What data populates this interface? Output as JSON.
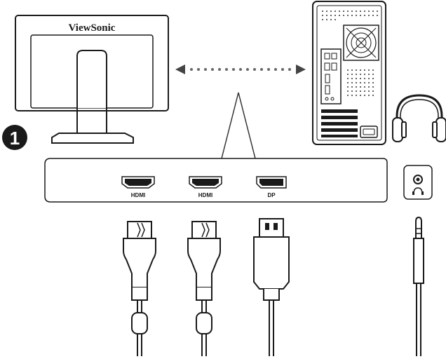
{
  "monitor": {
    "brand": "ViewSonic"
  },
  "step": {
    "number": "1"
  },
  "ports": [
    {
      "label": "HDMI",
      "type": "hdmi"
    },
    {
      "label": "HDMI",
      "type": "hdmi"
    },
    {
      "label": "DP",
      "type": "displayport"
    },
    {
      "label": "",
      "type": "audio-out",
      "icon": "headphone-icon"
    }
  ],
  "icons": {
    "connection_arrow": "double-arrow-icon",
    "headphones": "headphones-icon",
    "pc": "pc-tower-icon"
  },
  "colors": {
    "line": "#1a1a1a",
    "fill": "#ffffff",
    "dots": "#555555"
  }
}
